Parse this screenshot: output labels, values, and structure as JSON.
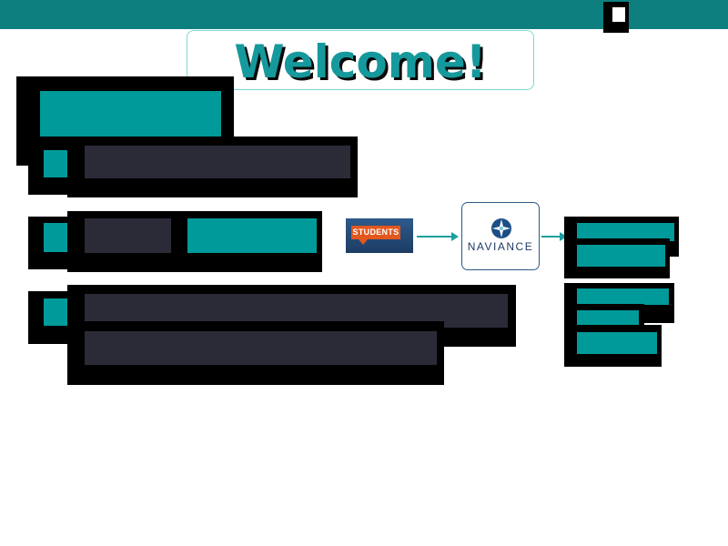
{
  "header": {
    "title": "Welcome!"
  },
  "flow": {
    "students_label": "STUDENTS",
    "naviance_label": "NAVIANCE"
  },
  "colors": {
    "header_bar": "#0e7f7f",
    "teal_box": "#019a9a",
    "dark_box": "#2b2b38",
    "shadow": "#000000",
    "title_text": "#15999c",
    "students_tag": "#e2571e",
    "arrow": "#18a0a0"
  },
  "icons": [
    "compass-icon",
    "window-icon"
  ]
}
